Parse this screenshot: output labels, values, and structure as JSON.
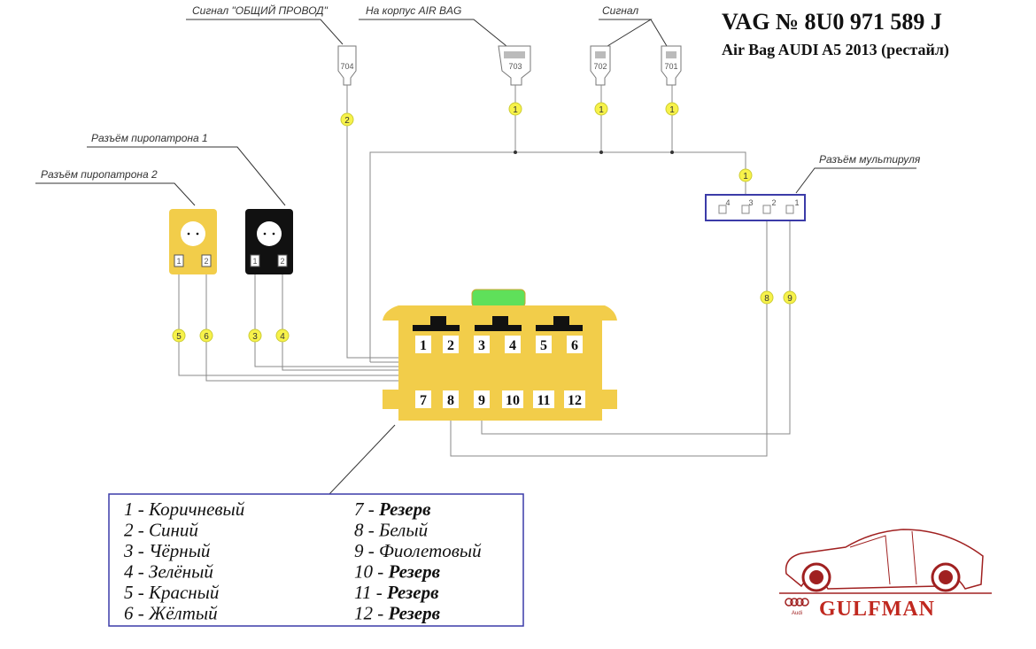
{
  "title": "VAG № 8U0 971 589 J",
  "subtitle": "Air Bag AUDI A5 2013 (рестайл)",
  "labels": {
    "ground_signal": "Сигнал \"ОБЩИЙ ПРОВОД\"",
    "airbag_body": "На корпус AIR BAG",
    "signal": "Сигнал",
    "squib1": "Разъём пиропатрона 1",
    "squib2": "Разъём пиропатрона 2",
    "multifunction": "Разъём мультируля"
  },
  "top_connectors": [
    "704",
    "703",
    "702",
    "701"
  ],
  "wire_markers": {
    "w704": "2",
    "w703": "1",
    "w702": "1",
    "w701": "1",
    "bus": "1",
    "p2a": "5",
    "p2b": "6",
    "p1a": "3",
    "p1b": "4",
    "m2": "8",
    "m1": "9"
  },
  "squib_pins": [
    "1",
    "2"
  ],
  "multi_pins": [
    "4",
    "3",
    "2",
    "1"
  ],
  "main_connector": {
    "top_row": [
      "1",
      "2",
      "3",
      "4",
      "5",
      "6"
    ],
    "bottom_row": [
      "7",
      "8",
      "9",
      "10",
      "11",
      "12"
    ]
  },
  "legend": {
    "left": [
      {
        "num": "1 - ",
        "text": "Коричневый"
      },
      {
        "num": "2 - ",
        "text": "Синий"
      },
      {
        "num": "3 - ",
        "text": "Чёрный"
      },
      {
        "num": "4 - ",
        "text": "Зелёный"
      },
      {
        "num": "5 - ",
        "text": "Красный"
      },
      {
        "num": "6 - ",
        "text": "Жёлтый"
      }
    ],
    "right": [
      {
        "num": "7 - ",
        "text": "Резерв",
        "bold": true
      },
      {
        "num": "8 - ",
        "text": "Белый"
      },
      {
        "num": "9 - ",
        "text": "Фиолетовый"
      },
      {
        "num": "10 - ",
        "text": "Резерв",
        "bold": true
      },
      {
        "num": "11 - ",
        "text": "Резерв",
        "bold": true
      },
      {
        "num": "12 - ",
        "text": "Резерв",
        "bold": true
      }
    ]
  },
  "logo": {
    "brand": "GulfMan",
    "sub": "Audi"
  },
  "colors": {
    "connector_yellow": "#f2cd4a",
    "marker_yellow": "#f7f24a",
    "latch_green": "#5fe05a",
    "legend_border": "#3b3ba8",
    "logo_red": "#a02020"
  }
}
